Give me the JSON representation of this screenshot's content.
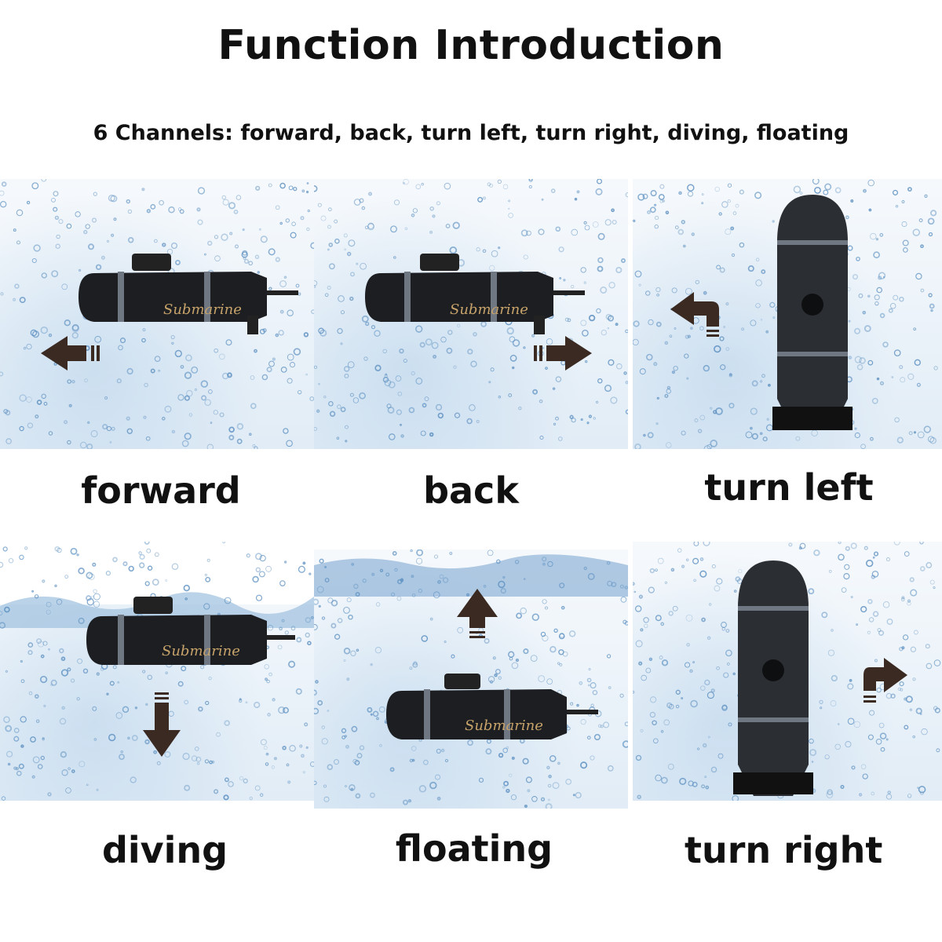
{
  "header": {
    "title": "Function Introduction",
    "subtitle": "6 Channels: forward, back, turn left, turn right, diving, floating"
  },
  "panels": [
    {
      "caption": "forward",
      "direction": "left-arrow"
    },
    {
      "caption": "back",
      "direction": "right-arrow"
    },
    {
      "caption": "turn left",
      "direction": "turn-left-arrow"
    },
    {
      "caption": "diving",
      "direction": "down-arrow"
    },
    {
      "caption": "floating",
      "direction": "up-arrow"
    },
    {
      "caption": "turn right",
      "direction": "turn-right-arrow"
    }
  ],
  "hull_text": "Submarine",
  "colors": {
    "water_bubble": "#5b8fc0",
    "hull": "#1c1e22",
    "arrow": "#3a2a22"
  }
}
